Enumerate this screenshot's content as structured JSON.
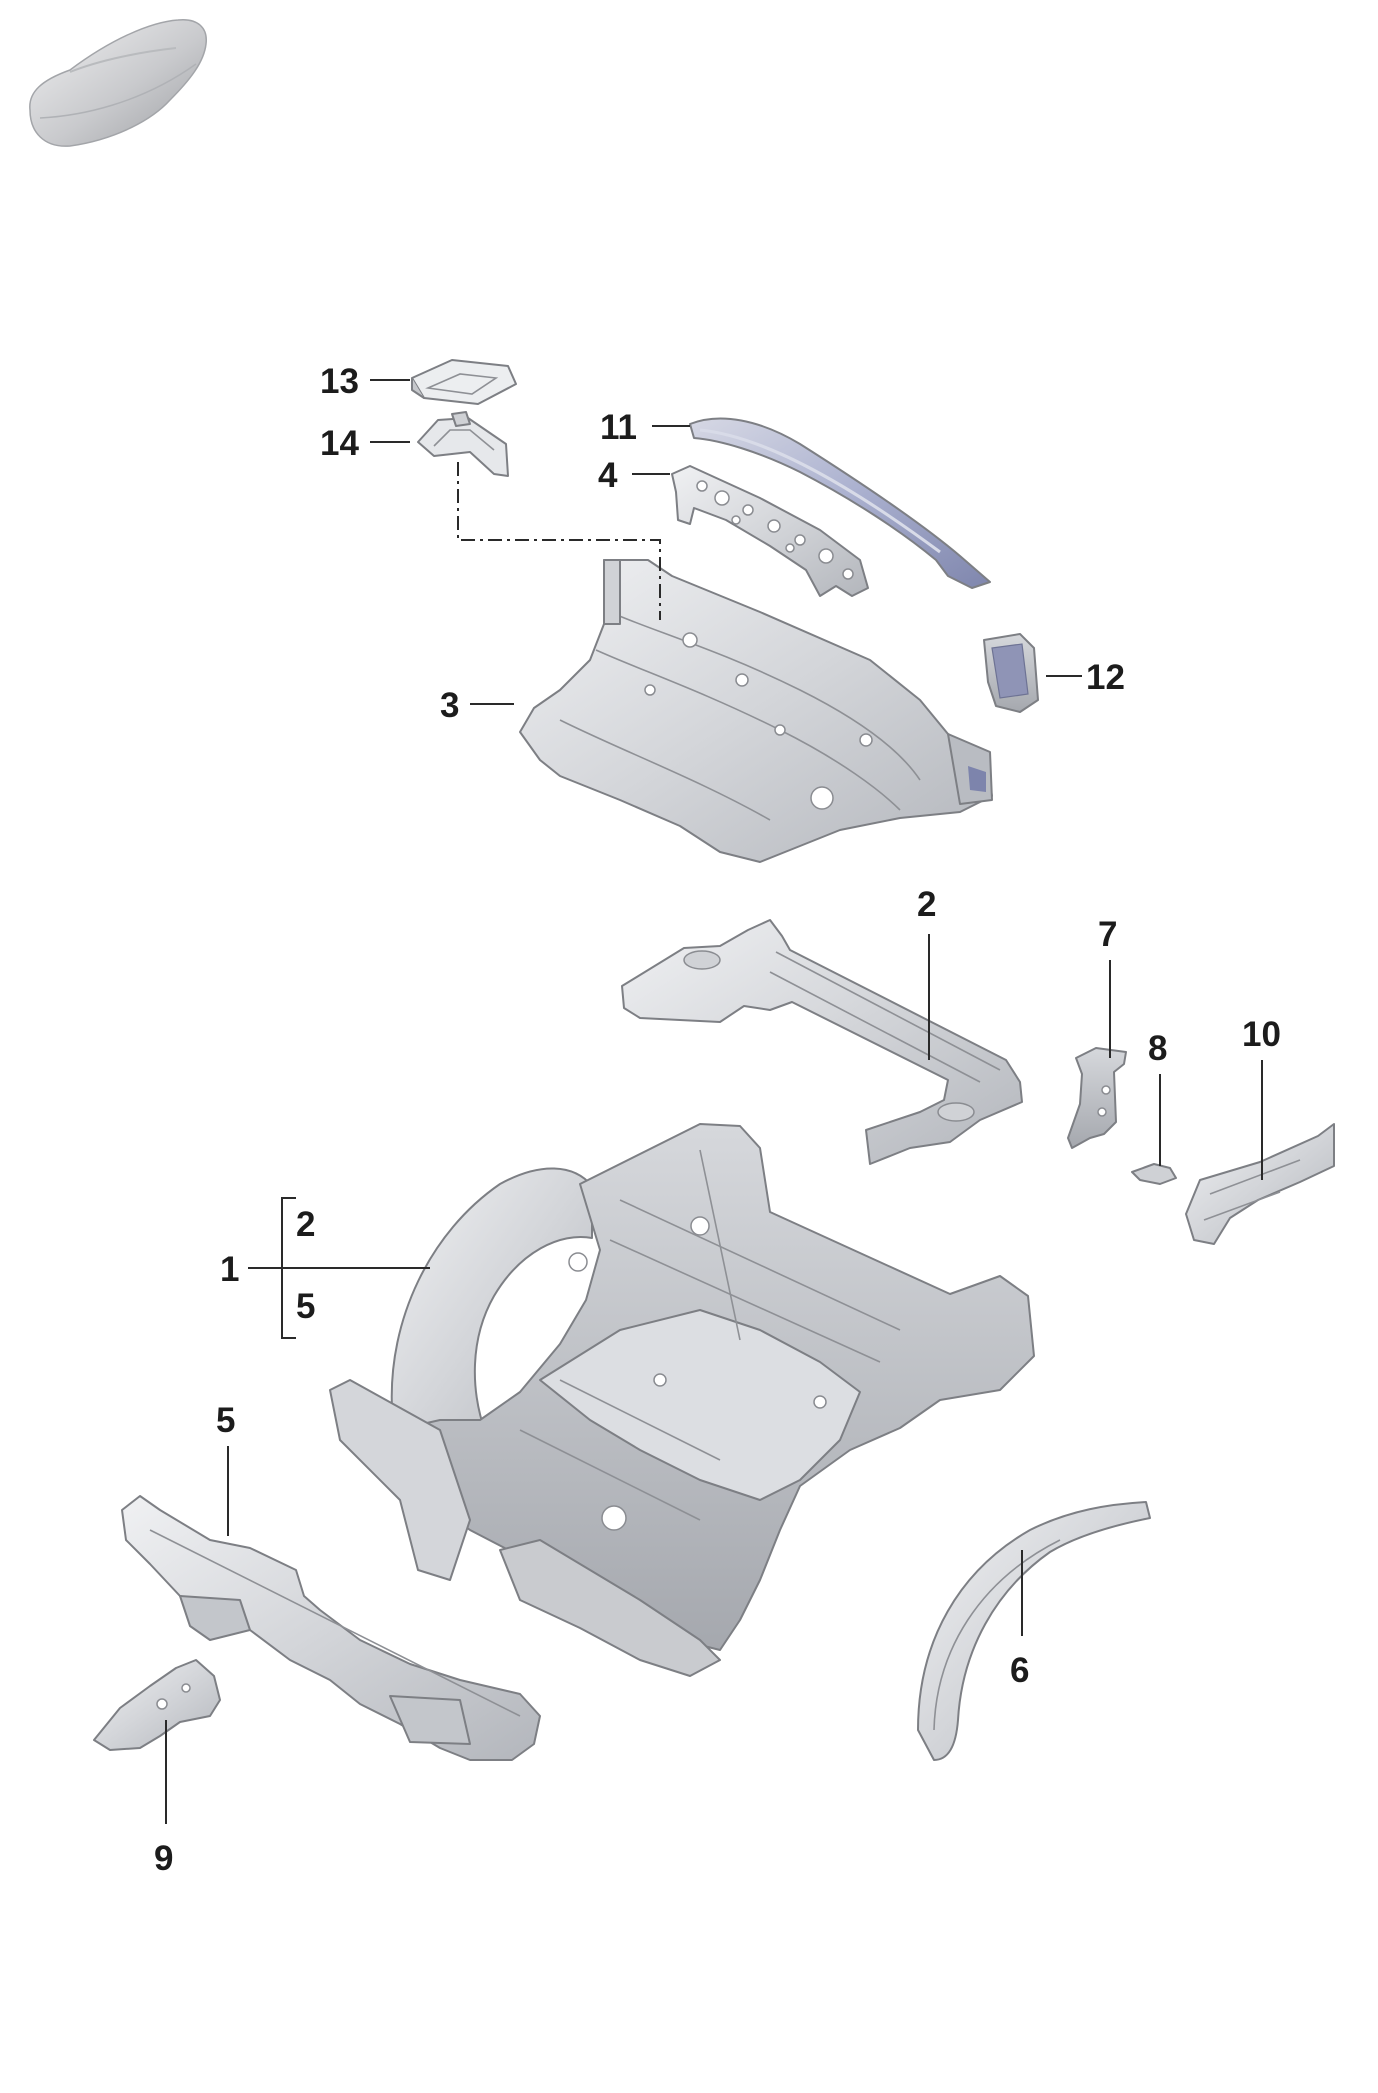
{
  "diagram": {
    "type": "exploded parts diagram",
    "thumbnail_icon": "car-silhouette-icon",
    "colors": {
      "part_fill_light": "#e4e5e8",
      "part_fill_mid": "#c9cbcf",
      "part_fill_dark": "#a8abb1",
      "part_highlight_blue": "#9a9fc2",
      "label_text": "#1c1c1c"
    },
    "callouts": {
      "c1": "1",
      "c1_sub_a": "2",
      "c1_sub_b": "5",
      "c2": "2",
      "c3": "3",
      "c4": "4",
      "c5": "5",
      "c6": "6",
      "c7": "7",
      "c8": "8",
      "c9": "9",
      "c10": "10",
      "c11": "11",
      "c12": "12",
      "c13": "13",
      "c14": "14"
    }
  }
}
